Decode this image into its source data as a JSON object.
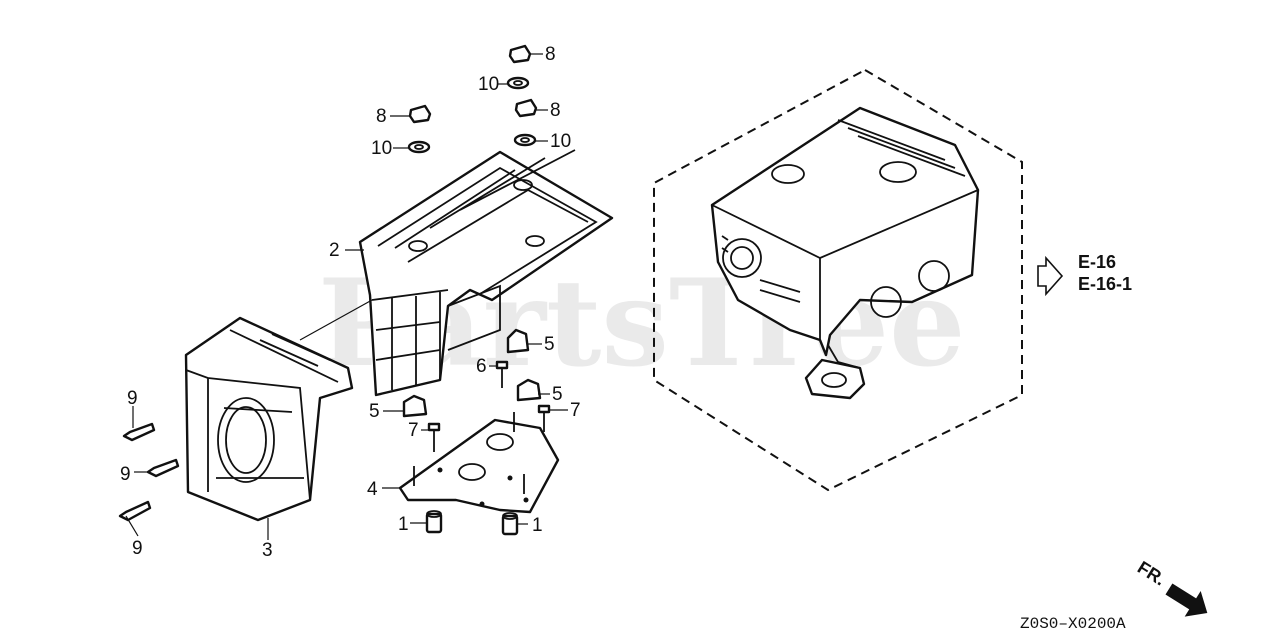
{
  "watermark": "PartsTree",
  "reference": {
    "arrow_icon": "hollow-right-arrow-icon",
    "lines": [
      "E-16",
      "E-16-1"
    ]
  },
  "front_indicator": {
    "label": "FR.",
    "icon": "solid-arrow-icon"
  },
  "diagram_code": "Z0S0–X0200A",
  "callouts": [
    {
      "id": "c8a",
      "text": "8"
    },
    {
      "id": "c10a",
      "text": "10"
    },
    {
      "id": "c8b",
      "text": "8"
    },
    {
      "id": "c8c",
      "text": "8"
    },
    {
      "id": "c10b",
      "text": "10"
    },
    {
      "id": "c10c",
      "text": "10"
    },
    {
      "id": "c2",
      "text": "2"
    },
    {
      "id": "c5a",
      "text": "5"
    },
    {
      "id": "c6",
      "text": "6"
    },
    {
      "id": "c5b",
      "text": "5"
    },
    {
      "id": "c5c",
      "text": "5"
    },
    {
      "id": "c7a",
      "text": "7"
    },
    {
      "id": "c7b",
      "text": "7"
    },
    {
      "id": "c9a",
      "text": "9"
    },
    {
      "id": "c9b",
      "text": "9"
    },
    {
      "id": "c9c",
      "text": "9"
    },
    {
      "id": "c4",
      "text": "4"
    },
    {
      "id": "c1a",
      "text": "1"
    },
    {
      "id": "c1b",
      "text": "1"
    },
    {
      "id": "c3",
      "text": "3"
    }
  ]
}
